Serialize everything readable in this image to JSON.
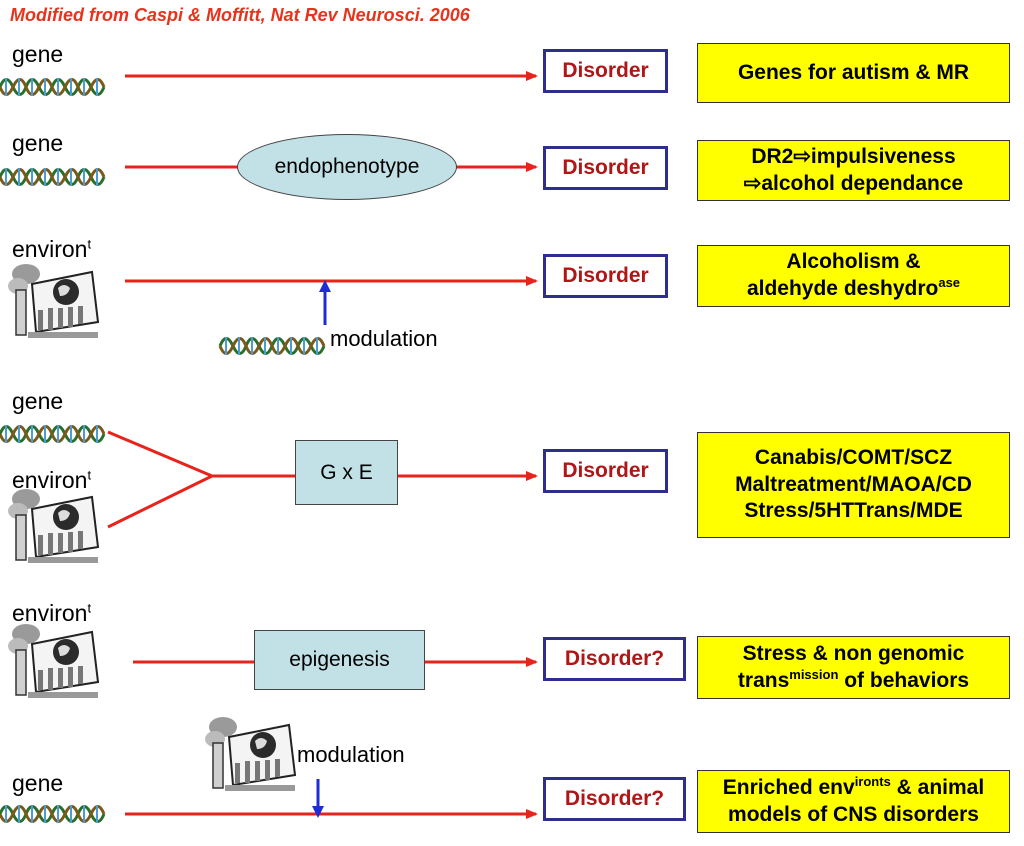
{
  "citation": "Modified from Caspi & Moffitt, Nat Rev Neurosci. 2006",
  "rows": [
    {
      "left_label": "gene",
      "node_label": "",
      "disorder": "Disorder",
      "box_lines": [
        "Genes for autism & MR"
      ]
    },
    {
      "left_label": "gene",
      "node_label": "endophenotype",
      "disorder": "Disorder",
      "box_lines": [
        "DR2⇨impulsiveness",
        "⇨alcohol dependance"
      ]
    },
    {
      "left_label": "environ",
      "left_sup": "t",
      "modulation": "modulation",
      "disorder": "Disorder",
      "box_line1": "Alcoholism &",
      "box_line2_text": "aldehyde  deshydro",
      "box_line2_sup": "ase"
    },
    {
      "left_label_1": "gene",
      "left_label_2": "environ",
      "left_sup_2": "t",
      "node_label": "G x E",
      "disorder": "Disorder",
      "box_lines": [
        "Canabis/COMT/SCZ",
        "Maltreatment/MAOA/CD",
        "Stress/5HTTrans/MDE"
      ]
    },
    {
      "left_label": "environ",
      "left_sup": "t",
      "node_label": "epigenesis",
      "disorder": "Disorder?",
      "box_line1": "Stress & non genomic",
      "box_line2_text": "trans",
      "box_line2_sup": "mission",
      "box_line2_tail": " of behaviors"
    },
    {
      "left_label": "gene",
      "modulation": "modulation",
      "disorder": "Disorder?",
      "box_line1_text": "Enriched env",
      "box_line1_sup": "ironts",
      "box_line1_tail": " & animal",
      "box_line2": "models of CNS disorders"
    }
  ],
  "colors": {
    "arrow": "#e8231c",
    "modulation_arrow": "#1f2bd6",
    "box_fill": "#ffff00",
    "node_fill": "#c2e1e6",
    "disorder_text": "#b01616",
    "disorder_border": "#2e2e8f",
    "citation": "#e8331c"
  },
  "icons": {
    "gene": "dna-helix-icon",
    "environment": "factory-pollution-icon"
  }
}
